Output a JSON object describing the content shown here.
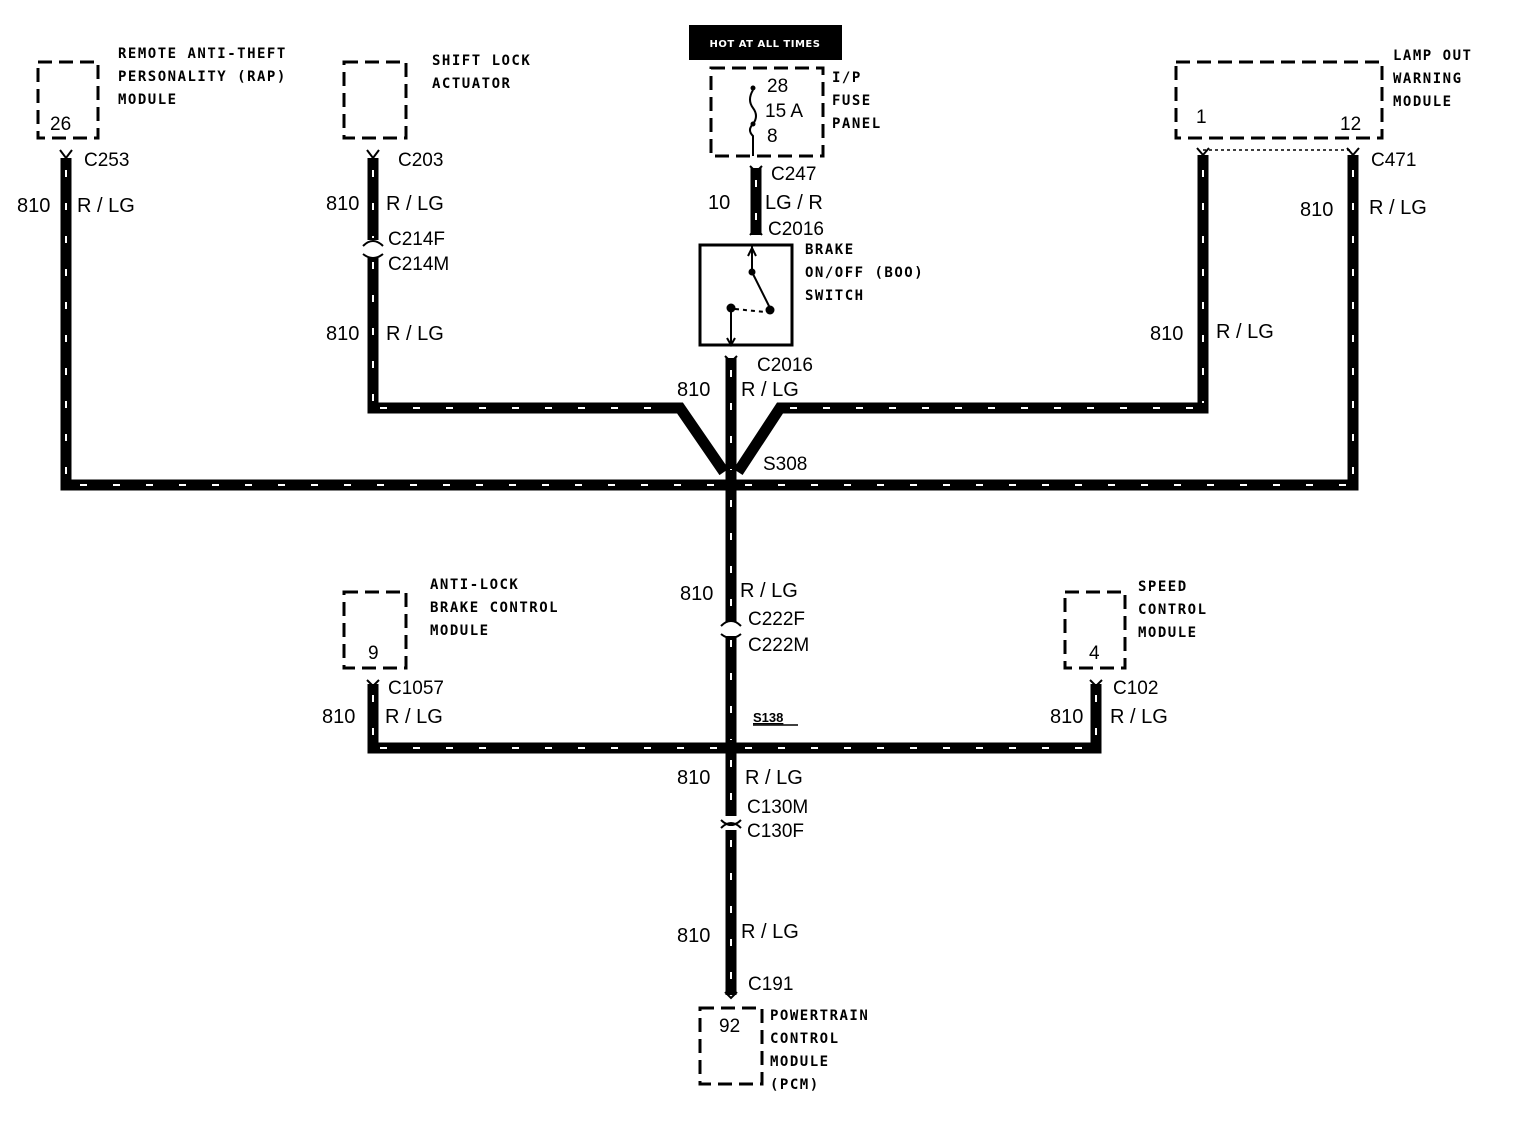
{
  "power_header": "HOT AT ALL TIMES",
  "fuse": {
    "name": "I/P\nFUSE\nPANEL",
    "pin_top": "28",
    "rating": "15 A",
    "pin_bottom": "8",
    "connector": "C247",
    "circuit": "10",
    "color": "LG / R",
    "connector_below": "C2016"
  },
  "switch": {
    "name": "BRAKE\nON/OFF (BOO)\nSWITCH",
    "connector_out": "C2016",
    "circuit": "810",
    "color": "R / LG"
  },
  "splice_top": "S308",
  "splice_bottom": "S138",
  "modules": {
    "rap": {
      "name": "REMOTE ANTI-THEFT\nPERSONALITY (RAP)\nMODULE",
      "pin": "26",
      "connector": "C253",
      "circuit": "810",
      "color": "R / LG"
    },
    "shift_lock": {
      "name": "SHIFT LOCK\nACTUATOR",
      "connector": "C203",
      "circuit_upper": "810",
      "color_upper": "R / LG",
      "inline_f": "C214F",
      "inline_m": "C214M",
      "circuit_lower": "810",
      "color_lower": "R / LG"
    },
    "lamp_out": {
      "name": "LAMP OUT\nWARNING\nMODULE",
      "pin_left": "1",
      "pin_right": "12",
      "connector": "C471",
      "circuit_right": "810",
      "color_right": "R / LG",
      "circuit_left": "810",
      "color_left": "R / LG"
    },
    "abs": {
      "name": "ANTI-LOCK\nBRAKE CONTROL\nMODULE",
      "pin": "9",
      "connector": "C1057",
      "circuit": "810",
      "color": "R / LG"
    },
    "speed_control": {
      "name": "SPEED\nCONTROL\nMODULE",
      "pin": "4",
      "connector": "C102",
      "circuit": "810",
      "color": "R / LG"
    },
    "pcm": {
      "name": "POWERTRAIN\nCONTROL\nMODULE\n(PCM)",
      "pin": "92",
      "connector": "C191"
    }
  },
  "trunk": {
    "seg1_circuit": "810",
    "seg1_color": "R / LG",
    "inline_f": "C222F",
    "inline_m": "C222M",
    "seg2_circuit": "810",
    "seg2_color": "R / LG",
    "inline_m2": "C130M",
    "inline_f2": "C130F",
    "seg3_circuit": "810",
    "seg3_color": "R / LG"
  },
  "colors": {
    "wire": "#000000",
    "background": "#ffffff"
  }
}
